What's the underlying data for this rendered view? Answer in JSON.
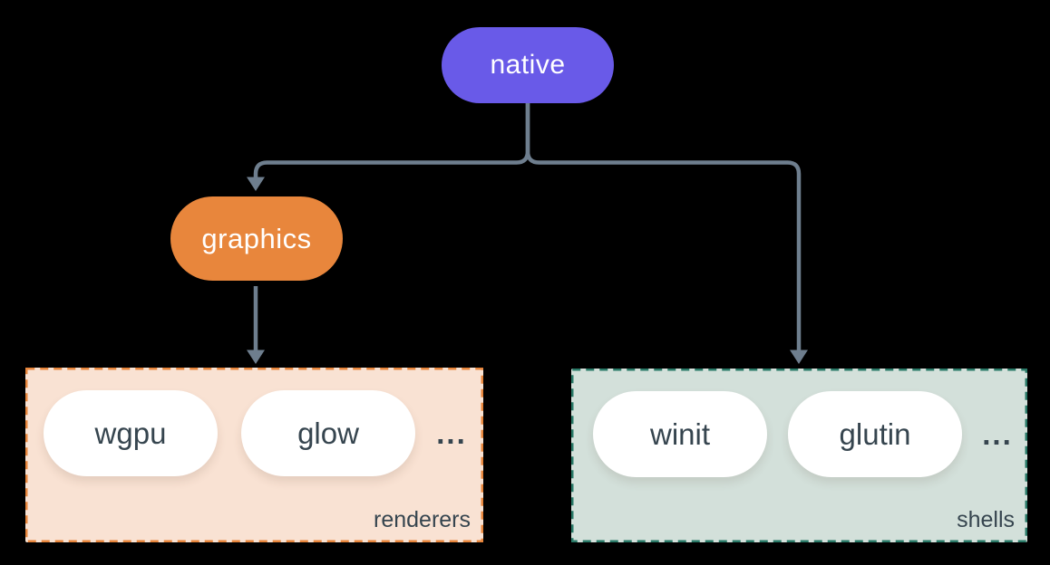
{
  "diagram": {
    "root_node": {
      "label": "native"
    },
    "mid_node": {
      "label": "graphics"
    },
    "groups": [
      {
        "label": "renderers",
        "items": [
          "wgpu",
          "glow"
        ],
        "ellipsis": "..."
      },
      {
        "label": "shells",
        "items": [
          "winit",
          "glutin"
        ],
        "ellipsis": "..."
      }
    ]
  },
  "theme": {
    "background": "#000000",
    "root_fill": "#695ae8",
    "mid_fill": "#e8863c",
    "renderers_fill": "#f9e2d3",
    "renderers_border": "#e8863c",
    "shells_fill": "#d3e0da",
    "shells_border": "#2a7a68",
    "line_color": "#6e7e8e",
    "pill_fill": "#ffffff",
    "pill_text": "#36454f",
    "node_text": "#ffffff"
  }
}
